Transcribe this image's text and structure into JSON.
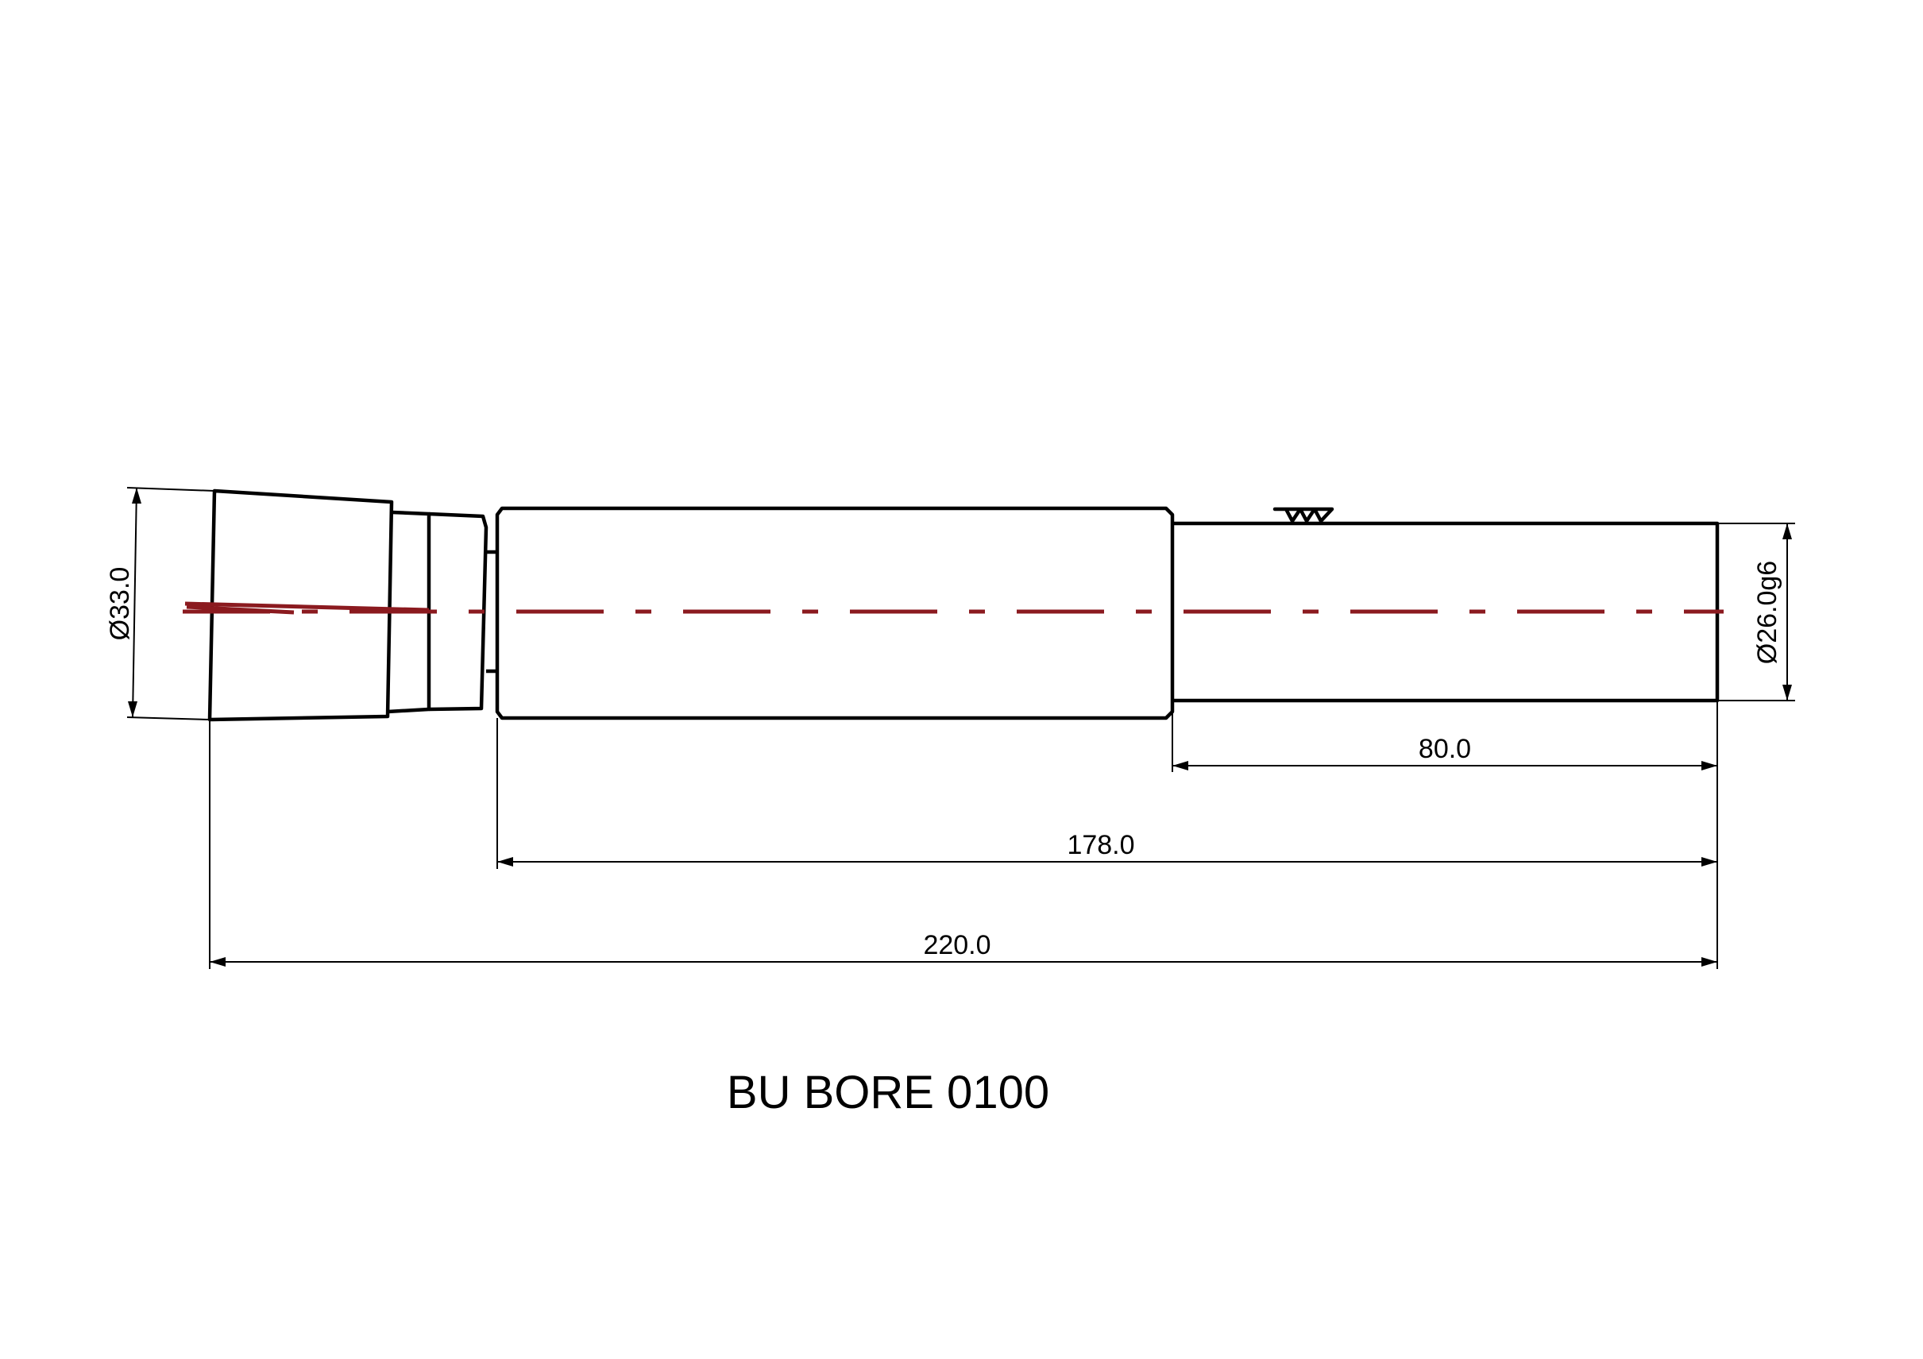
{
  "drawing": {
    "title": "BU BORE 0100",
    "colors": {
      "outline": "#000000",
      "centerline": "#8b1a1f",
      "background": "#ffffff"
    },
    "dimensions": {
      "diameter_large": "Ø33.0",
      "diameter_shaft": "Ø26.0g6",
      "shaft_length": "80.0",
      "body_length": "178.0",
      "overall_length": "220.0"
    },
    "symbols": {
      "surface_finish": "surface-finish-symbol"
    }
  }
}
